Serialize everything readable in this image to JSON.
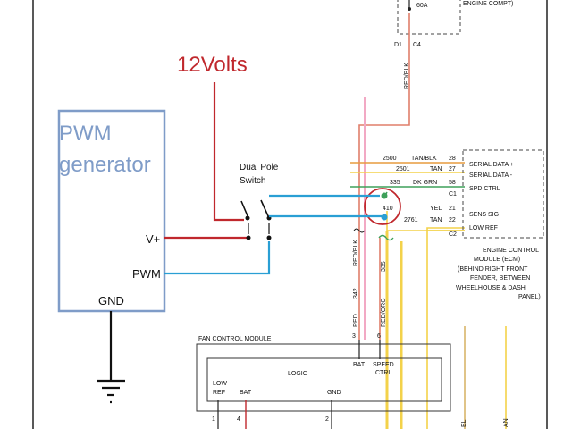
{
  "fuse": {
    "rating": "60A",
    "location": "ENGINE COMPT)"
  },
  "connector_top": {
    "pin": "D1",
    "conn": "C4"
  },
  "supply": {
    "label": "12Volts"
  },
  "pwm_generator": {
    "line1": "PWM",
    "line2": "generator",
    "vplus": "V+",
    "pwm": "PWM",
    "gnd": "GND"
  },
  "switch": {
    "line1": "Dual Pole",
    "line2": "Switch"
  },
  "wires": {
    "top_wire": "RED/BLK",
    "side_wire": "RED/BLK",
    "fan_bat_num": "342",
    "fan_bat_color": "RED",
    "fan_spd_num": "335",
    "fan_spd_color": "RED/ORG"
  },
  "ecm_rows": [
    {
      "circuit": "2500",
      "color": "TAN/BLK",
      "pin": "28",
      "label": "SERIAL DATA +"
    },
    {
      "circuit": "2501",
      "color": "TAN",
      "pin": "27",
      "label": "SERIAL DATA -"
    },
    {
      "circuit": "335",
      "color": "DK GRN",
      "pin": "58",
      "label": "SPD CTRL"
    },
    {
      "circuit": "",
      "color": "",
      "pin": "C1",
      "label": ""
    },
    {
      "circuit": "410",
      "color": "YEL",
      "pin": "21",
      "label": "SENS SIG"
    },
    {
      "circuit": "2761",
      "color": "TAN",
      "pin": "22",
      "label": "LOW REF"
    },
    {
      "circuit": "",
      "color": "",
      "pin": "C2",
      "label": ""
    }
  ],
  "ecm": {
    "line1": "ENGINE CONTROL",
    "line2": "MODULE (ECM)",
    "line3": "(BEHIND RIGHT FRONT",
    "line4": "FENDER, BETWEEN",
    "line5": "WHEELHOUSE & DASH",
    "line6": "PANEL)"
  },
  "fan_module": {
    "title": "FAN CONTROL MODULE",
    "logic": "LOGIC",
    "pin_bat_top": "3",
    "pin_spd_top": "6",
    "bat": "BAT",
    "speed_line1": "SPEED",
    "speed_line2": "CTRL",
    "low_ref_line1": "LOW",
    "low_ref_line2": "REF",
    "bat_bottom": "BAT",
    "gnd": "GND",
    "pin_lowref": "1",
    "pin_bat_bottom": "4",
    "pin_gnd": "2"
  },
  "colors": {
    "red": "#c0282d",
    "blue": "#2a9fd4",
    "yellow": "#f3d24a",
    "pink": "#f2a9c4",
    "salmon": "#e07e6a",
    "orange": "#e79b3e",
    "tan": "#d9b66a",
    "green": "#3ea05a",
    "box": "#7f9cc8"
  }
}
